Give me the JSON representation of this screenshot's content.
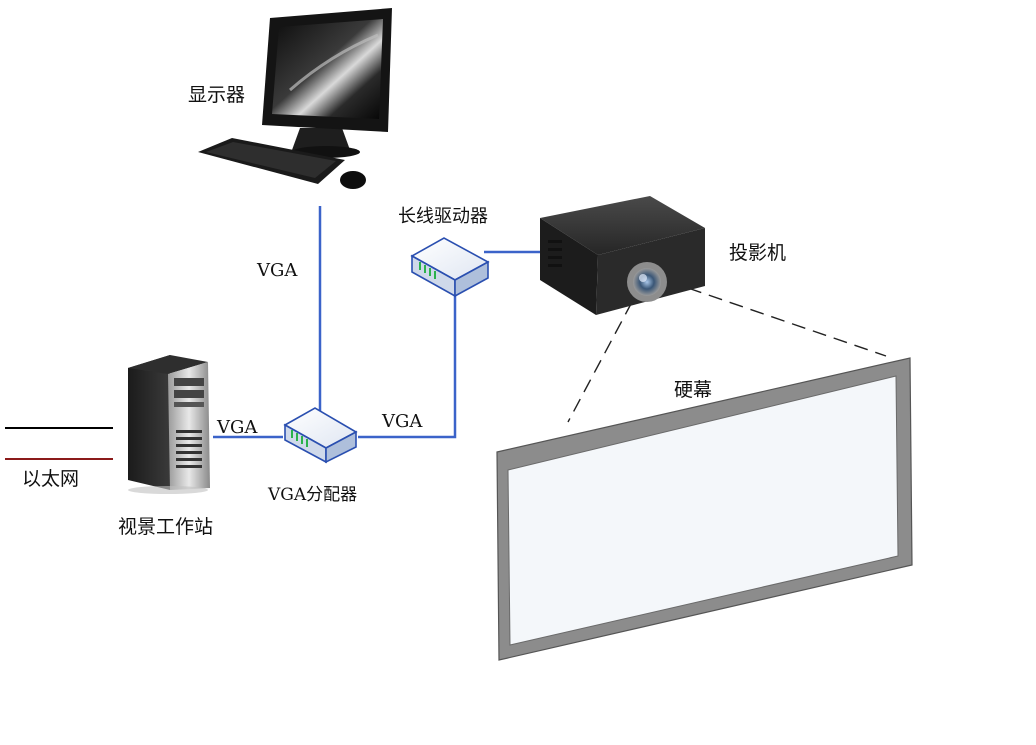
{
  "labels": {
    "monitor": "显示器",
    "vga_top": "VGA",
    "line_driver": "长线驱动器",
    "projector": "投影机",
    "screen": "硬幕",
    "vga_left": "VGA",
    "vga_right": "VGA",
    "splitter": "VGA分配器",
    "ethernet": "以太网",
    "workstation": "视景工作站"
  },
  "colors": {
    "vga_cable": "#3b63c9",
    "ethernet_black": "#000000",
    "ethernet_red": "#8b1a1a",
    "screen_frame": "#8c8c8c",
    "screen_surface": "#f4f7fa"
  },
  "icons": {
    "monitor": "desktop-computer-icon",
    "workstation": "tower-pc-icon",
    "splitter": "vga-splitter-box-icon",
    "line_driver": "line-driver-box-icon",
    "projector": "projector-icon",
    "screen": "projection-screen-icon"
  }
}
